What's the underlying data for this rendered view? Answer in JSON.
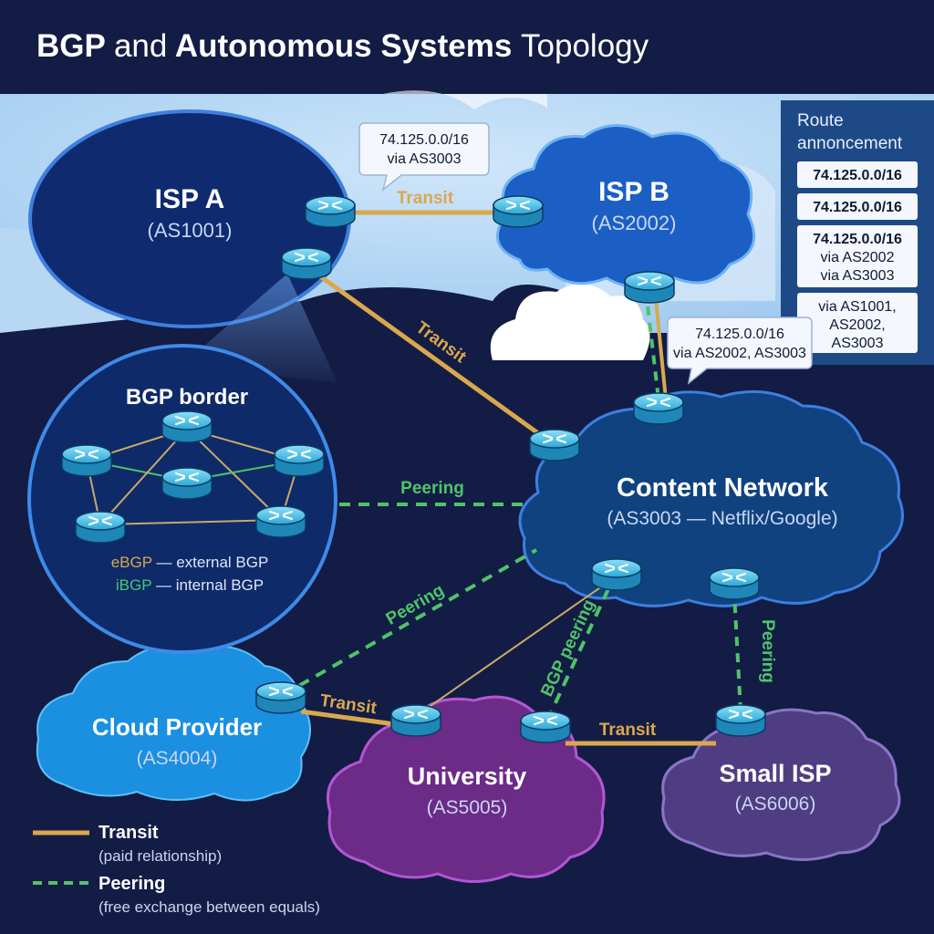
{
  "title": {
    "bold": "BGP",
    "and": "and",
    "bold2": "Autonomous Systems",
    "light": "Topology"
  },
  "nodes": {
    "isp_a": {
      "name": "ISP A",
      "asn": "(AS1001)"
    },
    "isp_b": {
      "name": "ISP B",
      "asn": "(AS2002)"
    },
    "content": {
      "name": "Content Network",
      "asn": "(AS3003 — Netflix/Google)"
    },
    "cloud": {
      "name": "Cloud Provider",
      "asn": "(AS4004)"
    },
    "university": {
      "name": "University",
      "asn": "(AS5005)"
    },
    "small_isp": {
      "name": "Small ISP",
      "asn": "(AS6006)"
    }
  },
  "links": {
    "transit_ab": "Transit",
    "transit_a_content": "Transit",
    "peering_border_content": "Peering",
    "peering_cloud_content": "Peering",
    "bgp_peering_uni_content": "BGP peering",
    "peering_small_content": "Peering",
    "transit_cloud_uni": "Transit",
    "transit_uni_small": "Transit"
  },
  "bubbles": {
    "top": {
      "line1": "74.125.0.0/16",
      "line2": "via AS3003"
    },
    "right": {
      "line1": "74.125.0.0/16",
      "line2": "via AS2002, AS3003"
    }
  },
  "route_panel": {
    "title_line1": "Route",
    "title_line2": "annoncement",
    "entries": [
      {
        "lines": [
          "74.125.0.0/16"
        ]
      },
      {
        "lines": [
          "74.125.0.0/16"
        ]
      },
      {
        "lines": [
          "74.125.0.0/16",
          "via AS2002",
          "via AS3003"
        ]
      },
      {
        "lines": [
          "via AS1001,",
          "AS2002,",
          "AS3003"
        ]
      }
    ]
  },
  "bgp_border": {
    "title": "BGP border",
    "ebgp_key": "eBGP",
    "ebgp_desc": "— external BGP",
    "ibgp_key": "iBGP",
    "ibgp_desc": "— internal BGP"
  },
  "legend": {
    "transit": {
      "name": "Transit",
      "desc": "(paid relationship)"
    },
    "peering": {
      "name": "Peering",
      "desc": "(free exchange between equals)"
    }
  },
  "colors": {
    "background": "#131c44",
    "transit": "#d9a84e",
    "peering": "#4ec46b",
    "isp_a": "#0f2a6e",
    "isp_b": "#1c5fc4",
    "content": "#10427f",
    "cloud": "#1b8fe0",
    "university": "#6b2b86",
    "small_isp": "#4f3d82"
  }
}
